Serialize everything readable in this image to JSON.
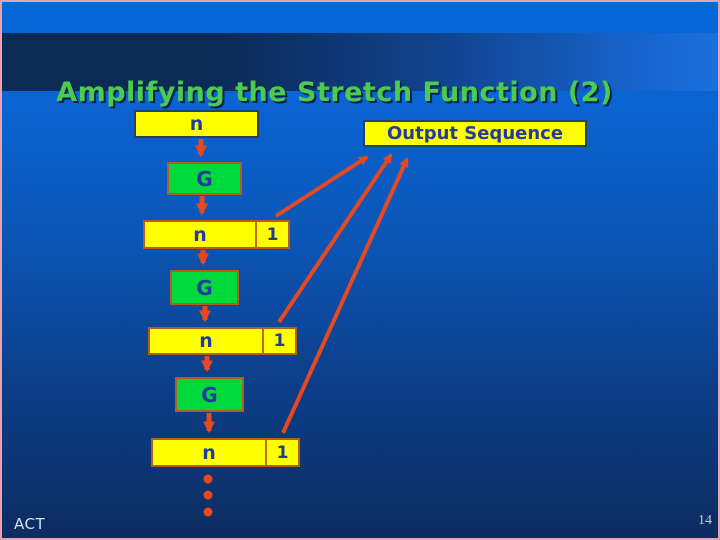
{
  "slide": {
    "title": "Amplifying the Stretch Function (2)",
    "footer": "ACT",
    "page_number": "14"
  },
  "diagram": {
    "input_label": "n",
    "output_box_label": "Output Sequence",
    "levels": [
      {
        "generator": "G",
        "main": "n",
        "output_bit": "1"
      },
      {
        "generator": "G",
        "main": "n",
        "output_bit": "1"
      },
      {
        "generator": "G",
        "main": "n",
        "output_bit": "1"
      }
    ],
    "ellipsis_dot_count": 3
  },
  "colors": {
    "slide_bg_top": "#0667d8",
    "slide_bg_bottom": "#0d2c60",
    "banner_left": "#0b2a56",
    "banner_right": "#1a70dd",
    "title_green": "#4ccb4f",
    "box_yellow": "#ffff00",
    "generator_green": "#00d93c",
    "box_text_navy": "#233a9e",
    "arrow_orange_red": "#e8481f",
    "frame_pink": "#e6a3b2"
  }
}
